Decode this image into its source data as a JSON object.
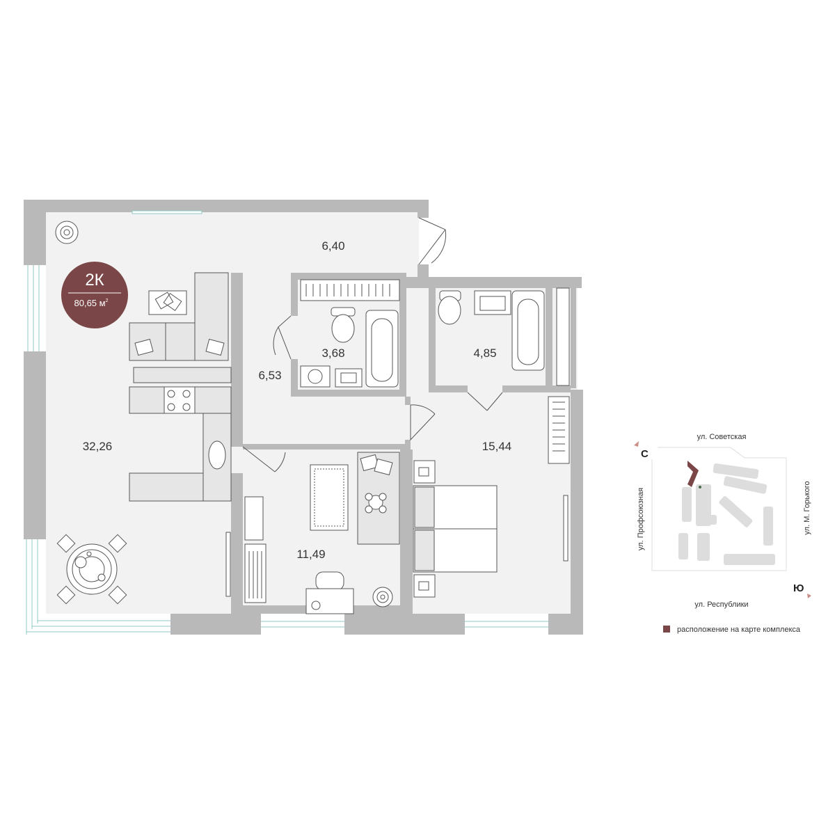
{
  "badge": {
    "rooms": "2К",
    "area_value": "80,65 м",
    "area_sup": "2",
    "color": "#7a4647"
  },
  "rooms": {
    "hall_upper": "6,40",
    "hall_lower": "6,53",
    "bath1": "3,68",
    "bath2": "4,85",
    "living": "32,26",
    "kids": "11,49",
    "bedroom": "15,44"
  },
  "map": {
    "north": "С",
    "south": "Ю",
    "street_top": "ул. Советская",
    "street_bottom": "ул. Республики",
    "street_left": "ул. Профсоюзная",
    "street_right": "ул. М. Горького",
    "marker_color": "#7a4647",
    "accent_color": "#c98f87"
  },
  "legend": {
    "text": "расположение на карте комплекса",
    "color": "#7a4647"
  },
  "colors": {
    "wall": "#b9b9b9",
    "floor": "#f2f2f2",
    "window": "#8fc9c4"
  }
}
